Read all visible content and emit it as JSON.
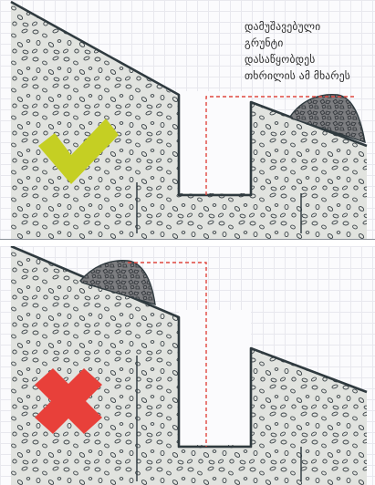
{
  "caption_top": "დამუშავებული\nგრუნტი\nდასაწყობდეს\nთხრილის ამ მხარეს",
  "panels": [
    {
      "id": "correct",
      "mark_icon": "check-mark-icon",
      "mark_color": "#c5cf23",
      "meaning": "correct"
    },
    {
      "id": "incorrect",
      "mark_icon": "cross-mark-icon",
      "mark_color": "#e8403a",
      "meaning": "incorrect"
    }
  ],
  "colors": {
    "soil_fill": "#e1e3df",
    "soil_outline": "#2f3a3f",
    "spoil_pile": "#7c7d80",
    "guide_line": "#e0473f",
    "grid": "#e8e8ee"
  }
}
